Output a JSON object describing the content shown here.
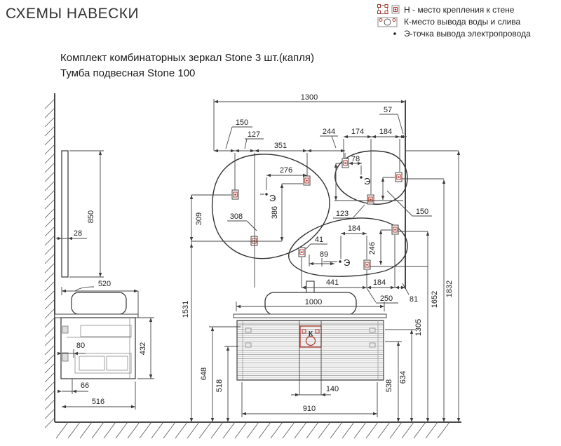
{
  "title": "СХЕМЫ НАВЕСКИ",
  "subtitle": {
    "line1": "Комплект комбинаторных зеркал Stone 3 шт.(капля)",
    "line2": "Тумба подвесная Stone 100"
  },
  "legend": {
    "wall_mount": "Н - место крепления к стене",
    "water_outlet": "К-место вывода воды и слива",
    "electrical": "Э-точка вывода электропровода"
  },
  "markers": {
    "electrical": "Э",
    "water": "К"
  },
  "colors": {
    "accent_red": "#b03a2e",
    "line_dark": "#333333"
  },
  "dims": {
    "w1300": "1300",
    "m150": "150",
    "m127": "127",
    "m351": "351",
    "g244": "244",
    "r174": "174",
    "r184": "184",
    "e57": "57",
    "b276": "276",
    "b308": "308",
    "b386": "386",
    "b309": "309",
    "s78": "78",
    "s123": "123",
    "s150": "150",
    "c41": "41",
    "c89": "89",
    "c184": "184",
    "c246": "246",
    "l441": "441",
    "l184": "184",
    "l250": "250",
    "l81": "81",
    "sink1000": "1000",
    "k140": "140",
    "m910": "910",
    "v648": "648",
    "v518": "518",
    "v538": "538",
    "v634": "634",
    "h1305": "1305",
    "h1652": "1652",
    "h1832": "1832",
    "h1531": "1531",
    "sm850": "850",
    "sm28": "28",
    "sd520": "520",
    "sd80": "80",
    "sd66": "66",
    "sv432": "432",
    "sd516": "516"
  }
}
